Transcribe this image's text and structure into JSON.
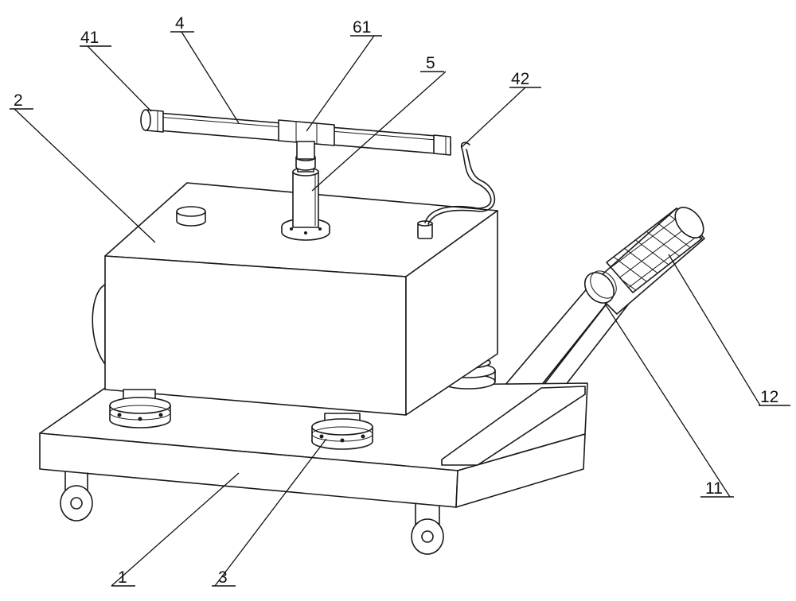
{
  "labels": {
    "base_plate": "1",
    "tank": "2",
    "damper": "3",
    "spray_pipe": "4",
    "lift_column": "5",
    "pipe_joint": "61",
    "left_nozzle": "41",
    "right_hose_end": "42",
    "handle_bar": "11",
    "handle_grip": "12"
  }
}
